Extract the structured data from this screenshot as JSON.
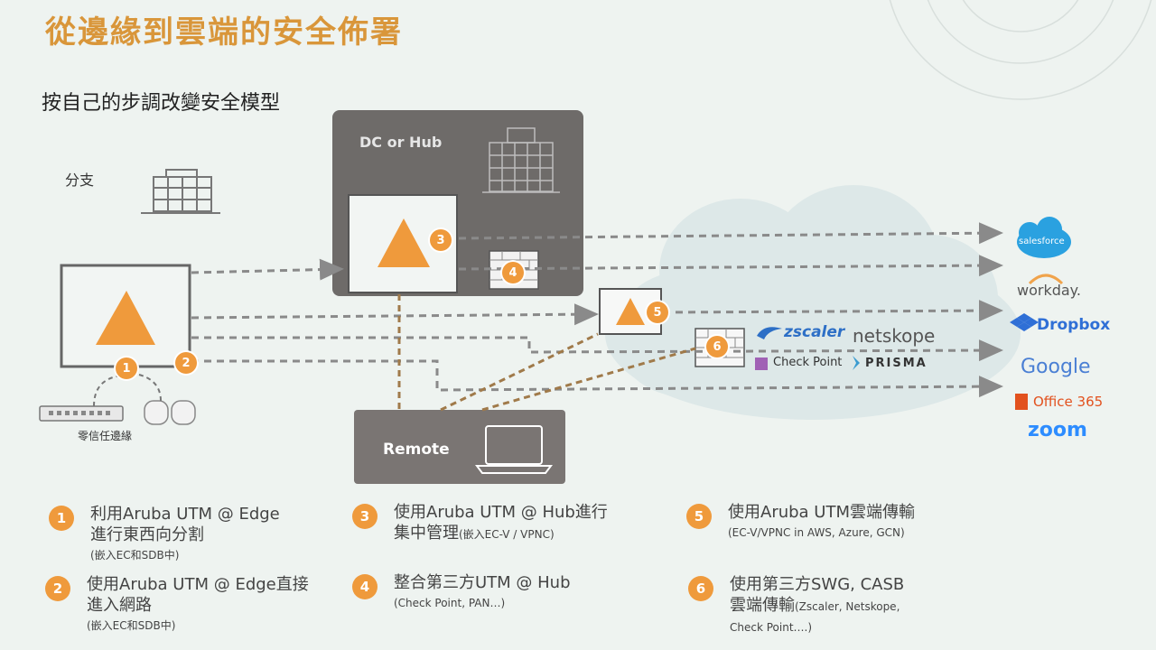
{
  "slide": {
    "title": "從邊緣到雲端的安全佈署",
    "subtitle": "按自己的步調改變安全模型"
  },
  "diagram": {
    "branch_label": "分支",
    "dc_label": "DC or Hub",
    "remote_label": "Remote",
    "zero_trust_label": "零信任邊緣",
    "badges": [
      "1",
      "2",
      "3",
      "4",
      "5",
      "6"
    ]
  },
  "vendors": {
    "zscaler": "zscaler",
    "netskope": "netskope",
    "checkpoint": "Check Point",
    "prisma": "PRISMA"
  },
  "saas": {
    "salesforce": "salesforce",
    "workday": "workday.",
    "dropbox": "Dropbox",
    "google": "Google",
    "office": "Office 365",
    "zoom": "zoom"
  },
  "legend": [
    {
      "num": "1",
      "line1": "利用Aruba UTM @ Edge",
      "line2": "進行東西向分割",
      "line2_note": "",
      "note": "(嵌入EC和SDB中)"
    },
    {
      "num": "2",
      "line1": "使用Aruba UTM @ Edge直接",
      "line2": "進入網路",
      "line2_note": "",
      "note": "(嵌入EC和SDB中)"
    },
    {
      "num": "3",
      "line1": "使用Aruba UTM @ Hub進行",
      "line2": "集中管理",
      "line2_note": "(嵌入EC-V / VPNC)",
      "note": ""
    },
    {
      "num": "4",
      "line1": "整合第三方UTM @ Hub",
      "line2": "",
      "line2_note": "",
      "note": "(Check Point, PAN…)"
    },
    {
      "num": "5",
      "line1": "使用Aruba UTM雲端傳輸",
      "line2": "",
      "line2_note": "",
      "note": "(EC-V/VPNC in AWS, Azure, GCN)"
    },
    {
      "num": "6",
      "line1": "使用第三方SWG, CASB",
      "line2": "雲端傳輸",
      "line2_note": "(Zscaler, Netskope,",
      "note": "Check Point….)"
    }
  ],
  "colors": {
    "accent": "#ef9a3c",
    "title": "#d9963a",
    "dc_box": "#6e6b69",
    "remote_box": "#7a7573",
    "cloud": "#dbe7e7"
  }
}
